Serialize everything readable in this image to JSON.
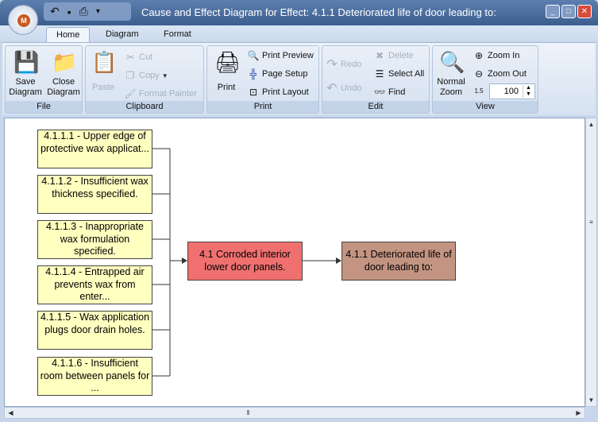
{
  "window": {
    "title": "Cause and Effect Diagram for Effect: 4.1.1 Deteriorated life of door leading to:",
    "app_logo": "M"
  },
  "tabs": [
    "Home",
    "Diagram",
    "Format"
  ],
  "ribbon": {
    "file": {
      "label": "File",
      "save": "Save Diagram",
      "close": "Close Diagram"
    },
    "clipboard": {
      "label": "Clipboard",
      "paste": "Paste",
      "cut": "Cut",
      "copy": "Copy",
      "format_painter": "Format Painter"
    },
    "print": {
      "label": "Print",
      "print": "Print",
      "preview": "Print Preview",
      "setup": "Page Setup",
      "layout": "Print Layout"
    },
    "edit": {
      "label": "Edit",
      "redo": "Redo",
      "undo": "Undo",
      "delete": "Delete",
      "select_all": "Select All",
      "find": "Find"
    },
    "view": {
      "label": "View",
      "normal_zoom": "Normal Zoom",
      "zoom_in": "Zoom In",
      "zoom_out": "Zoom Out",
      "zoom_value": "100"
    }
  },
  "diagram": {
    "causes": [
      "4.1.1.1 - Upper edge of protective wax applicat...",
      "4.1.1.2 - Insufficient wax thickness specified.",
      "4.1.1.3 - Inappropriate wax formulation specified.",
      "4.1.1.4 - Entrapped air prevents wax from enter...",
      "4.1.1.5 - Wax application plugs door drain holes.",
      "4.1.1.6 - Insufficient room between panels for ..."
    ],
    "middle": "4.1 Corroded interior lower door panels.",
    "effect": "4.1.1 Deteriorated life of door leading to:",
    "colors": {
      "cause": "#ffffc0",
      "middle": "#f07070",
      "effect": "#c49482"
    }
  }
}
